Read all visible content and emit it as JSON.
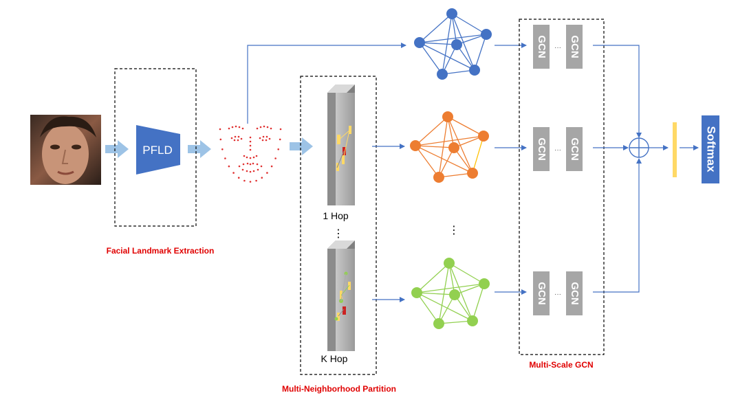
{
  "diagram": {
    "pfld_label": "PFLD",
    "hop1_label": "1 Hop",
    "hopk_label": "K Hop",
    "vdots": "⋮",
    "gcn_label": "GCN",
    "hdots": "···",
    "softmax_label": "Softmax",
    "caption_landmark": "Facial Landmark Extraction",
    "caption_partition": "Multi-Neighborhood Partition",
    "caption_gcn": "Multi-Scale GCN"
  },
  "colors": {
    "arrow_blue": "#4472c4",
    "light_arrow": "#9dc3e6",
    "pfld_blue": "#4472c4",
    "graph_blue": "#4472c4",
    "graph_orange": "#ed7d31",
    "graph_green": "#92d050",
    "gcn_gray": "#a6a6a6",
    "caption_red": "#e00000",
    "feature_yellow": "#ffd966",
    "landmark_red": "#e03030"
  }
}
